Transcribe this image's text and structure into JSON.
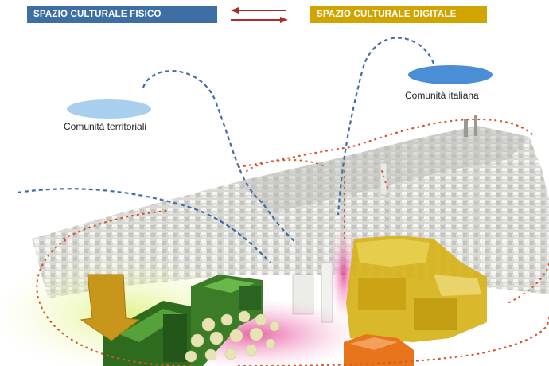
{
  "labels": {
    "physical_space": "SPAZIO CULTURALE FISICO",
    "digital_space": "SPAZIO CULTURALE DIGITALE"
  },
  "communities": {
    "territorial": "Comunità territoriali",
    "italian": "Comunità italiana"
  },
  "colors": {
    "physical": "#3d6fa5",
    "digital": "#d2a400",
    "arrows": "#b02a2a",
    "dashed_path": "#3f6fa8",
    "dotted_boundary": "#d8552a",
    "ellipse_territorial": "#a9cfee",
    "ellipse_italian": "#4a8fd6",
    "cluster_green": "#2f6b1e",
    "cluster_yellow": "#d6b21a",
    "cluster_orange": "#e8741b",
    "pointer_arrow": "#c8961a"
  },
  "icons": {
    "exchange": "double-arrow-icon",
    "pointer": "down-arrow-icon"
  }
}
